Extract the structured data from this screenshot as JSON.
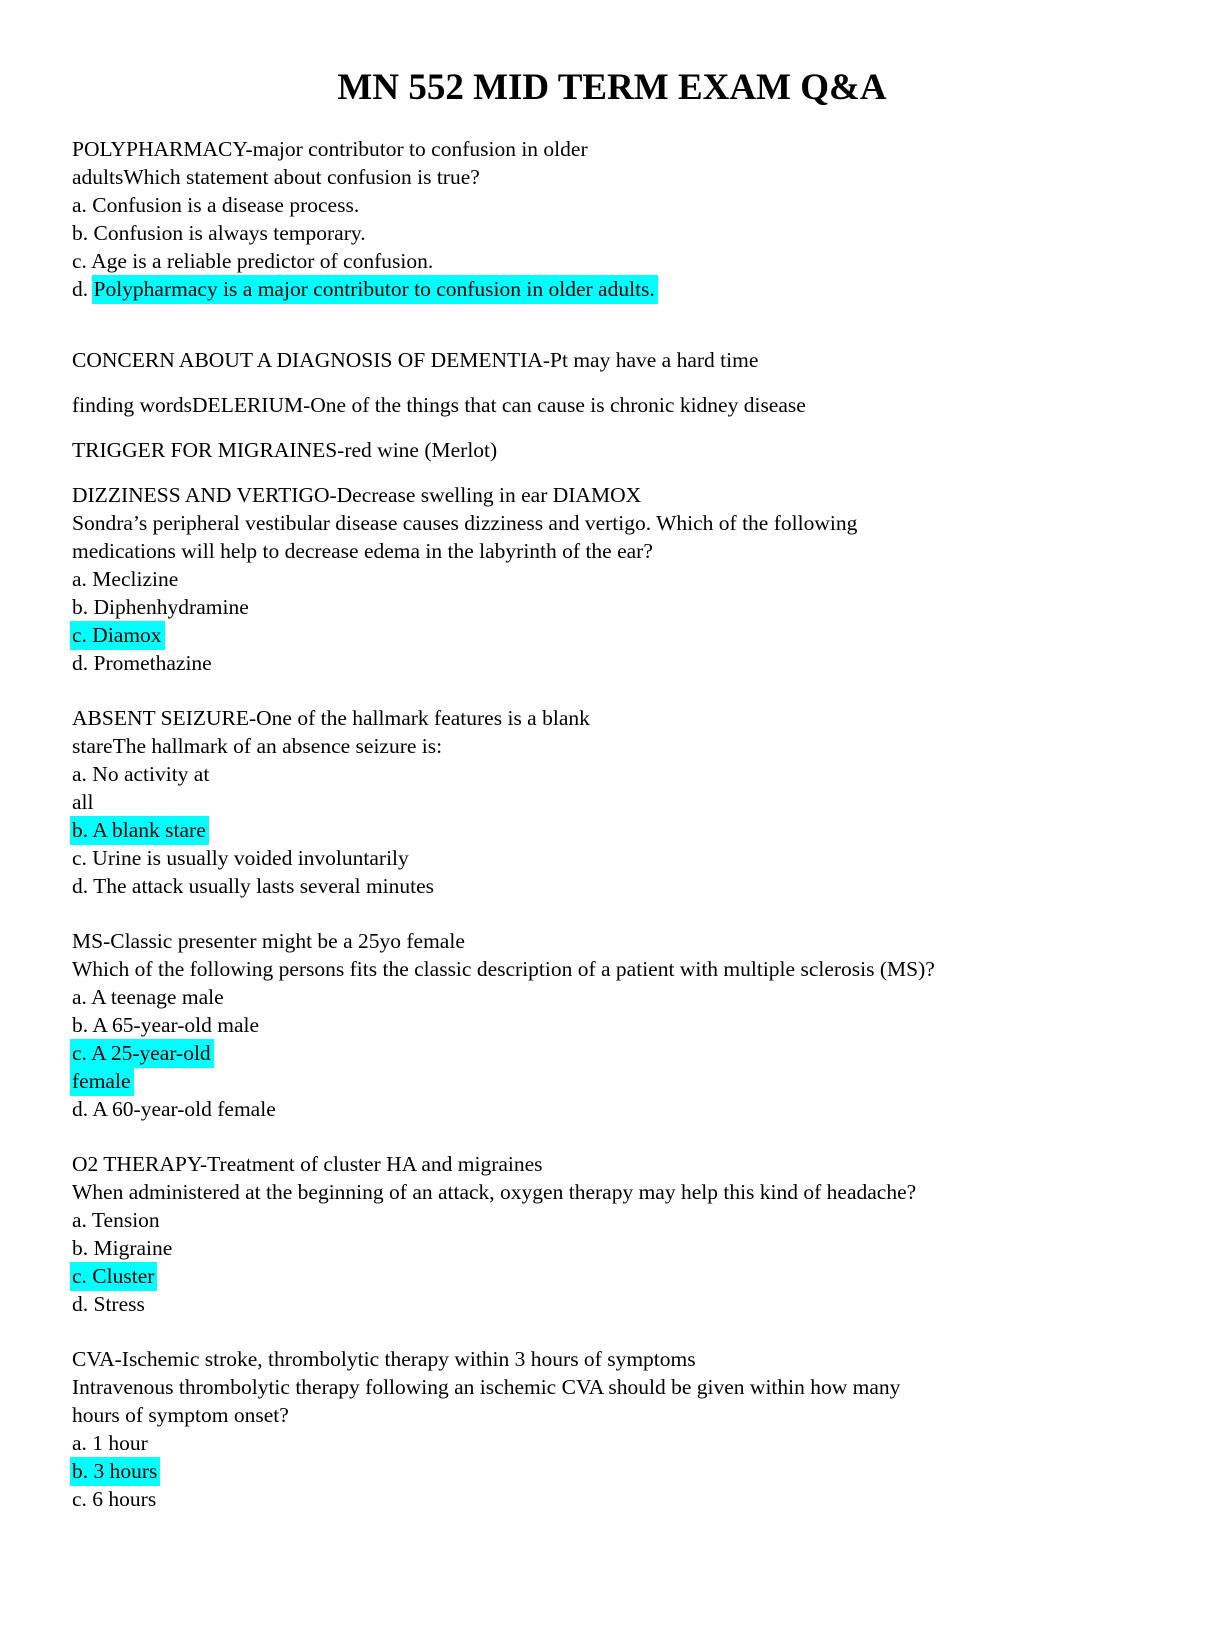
{
  "page": {
    "background": "#ffffff",
    "highlight_color": "#00ffff",
    "text_color": "#000000"
  },
  "title": "MN 552 MID TERM EXAM Q&A",
  "document": {
    "blocks": [
      {
        "name": "question-polypharmacy",
        "lines": [
          "POLYPHARMACY-major contributor to confusion in older",
          "adultsWhich statement about confusion is true?",
          "a. Confusion is a disease process.",
          "b. Confusion is always temporary.",
          "c. Age is a reliable predictor of confusion.",
          [
            {
              "t": "d. ",
              "h": false
            },
            {
              "t": "Polypharmacy is a major contributor to confusion in older adults.",
              "h": true
            }
          ]
        ]
      },
      {
        "name": "note-dementia",
        "lines": [
          "CONCERN ABOUT A DIAGNOSIS OF DEMENTIA-Pt may have a hard time"
        ]
      },
      {
        "name": "note-delerium",
        "lines": [
          "finding wordsDELERIUM-One of the things that can cause is chronic kidney disease"
        ]
      },
      {
        "name": "note-migraine-trigger",
        "lines": [
          "TRIGGER FOR MIGRAINES-red wine (Merlot)"
        ]
      },
      {
        "name": "question-dizziness-vertigo",
        "lines": [
          "DIZZINESS AND VERTIGO-Decrease swelling in ear DIAMOX",
          "Sondra’s peripheral vestibular disease causes dizziness and vertigo. Which of the following",
          "medications will help to decrease edema in the labyrinth of the ear?",
          "a. Meclizine",
          "b. Diphenhydramine",
          [
            {
              "t": "c. Diamox",
              "h": true
            }
          ],
          "d. Promethazine"
        ]
      },
      {
        "name": "question-absence-seizure",
        "lines": [
          "ABSENT SEIZURE-One of the hallmark features is a blank",
          "stareThe hallmark of an absence seizure is:",
          "a. No activity at",
          "all",
          [
            {
              "t": "b. A blank stare",
              "h": true
            }
          ],
          "c. Urine is usually voided involuntarily",
          "d. The attack usually lasts several minutes"
        ]
      },
      {
        "name": "question-multiple-sclerosis",
        "lines": [
          "MS-Classic presenter might be a 25yo female",
          "Which of the following persons fits the classic description of a patient with multiple sclerosis (MS)?",
          "a. A teenage male",
          "b. A 65-year-old male",
          [
            {
              "t": "c. A 25-year-old",
              "h": true
            }
          ],
          [
            {
              "t": "female",
              "h": true
            }
          ],
          "d. A 60-year-old female"
        ]
      },
      {
        "name": "question-o2-therapy",
        "lines": [
          "O2 THERAPY-Treatment of cluster HA and migraines",
          "When administered at the beginning of an attack, oxygen therapy may help this kind of headache?",
          "a. Tension",
          "b. Migraine",
          [
            {
              "t": "c. Cluster",
              "h": true
            }
          ],
          "d. Stress"
        ]
      },
      {
        "name": "question-cva",
        "lines": [
          "CVA-Ischemic stroke, thrombolytic therapy within 3 hours of symptoms",
          "Intravenous thrombolytic therapy following an ischemic CVA should be given within how many",
          "hours of symptom onset?",
          "a. 1 hour",
          [
            {
              "t": "b. 3 hours",
              "h": true
            }
          ],
          "c. 6 hours"
        ]
      }
    ]
  }
}
